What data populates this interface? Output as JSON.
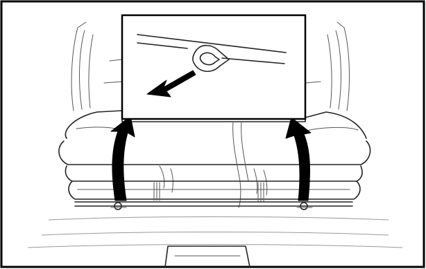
{
  "figure": {
    "type": "line-drawing illustration",
    "callout_arrows": 2,
    "inset_arrows": 1
  }
}
